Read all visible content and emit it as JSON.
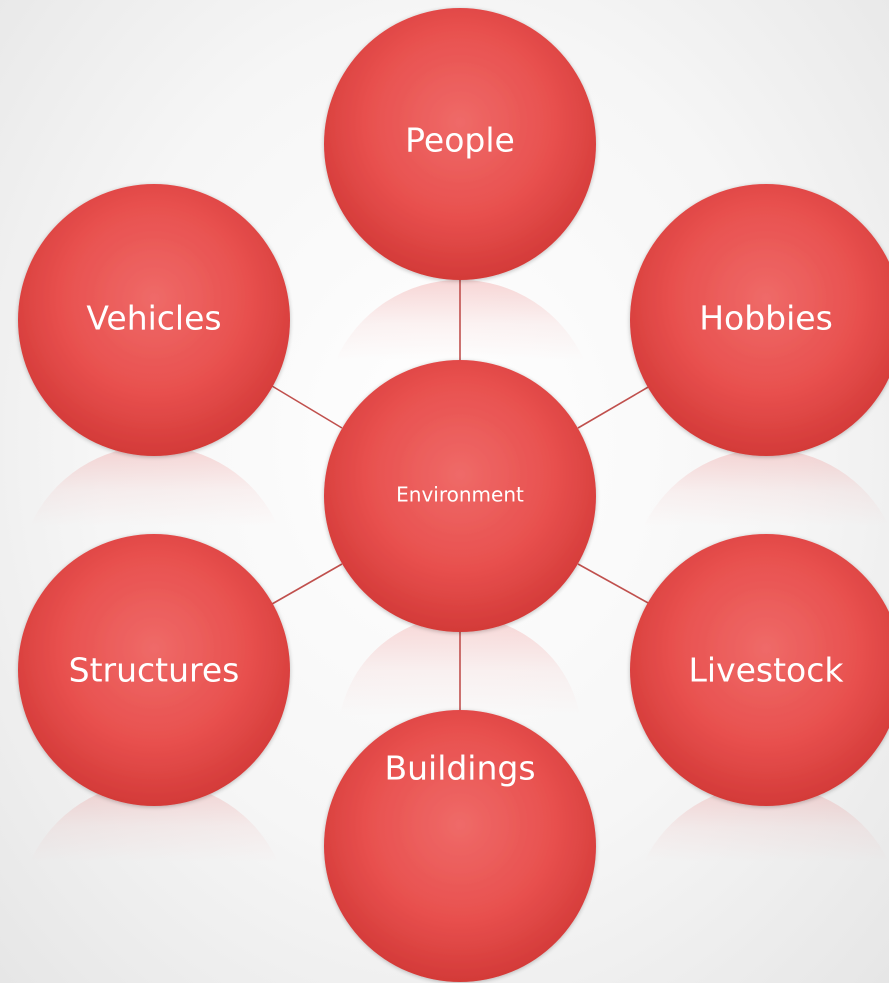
{
  "diagram": {
    "center": {
      "label": "Environment"
    },
    "nodes": [
      {
        "id": "people",
        "label": "People"
      },
      {
        "id": "hobbies",
        "label": "Hobbies"
      },
      {
        "id": "livestock",
        "label": "Livestock"
      },
      {
        "id": "buildings",
        "label": "Buildings"
      },
      {
        "id": "structures",
        "label": "Structures"
      },
      {
        "id": "vehicles",
        "label": "Vehicles"
      }
    ],
    "colors": {
      "circle_light": "#ef6a68",
      "circle_mid": "#e8504e",
      "circle_dark": "#d33a38",
      "connector": "#c0504d",
      "label": "#ffffff"
    }
  }
}
